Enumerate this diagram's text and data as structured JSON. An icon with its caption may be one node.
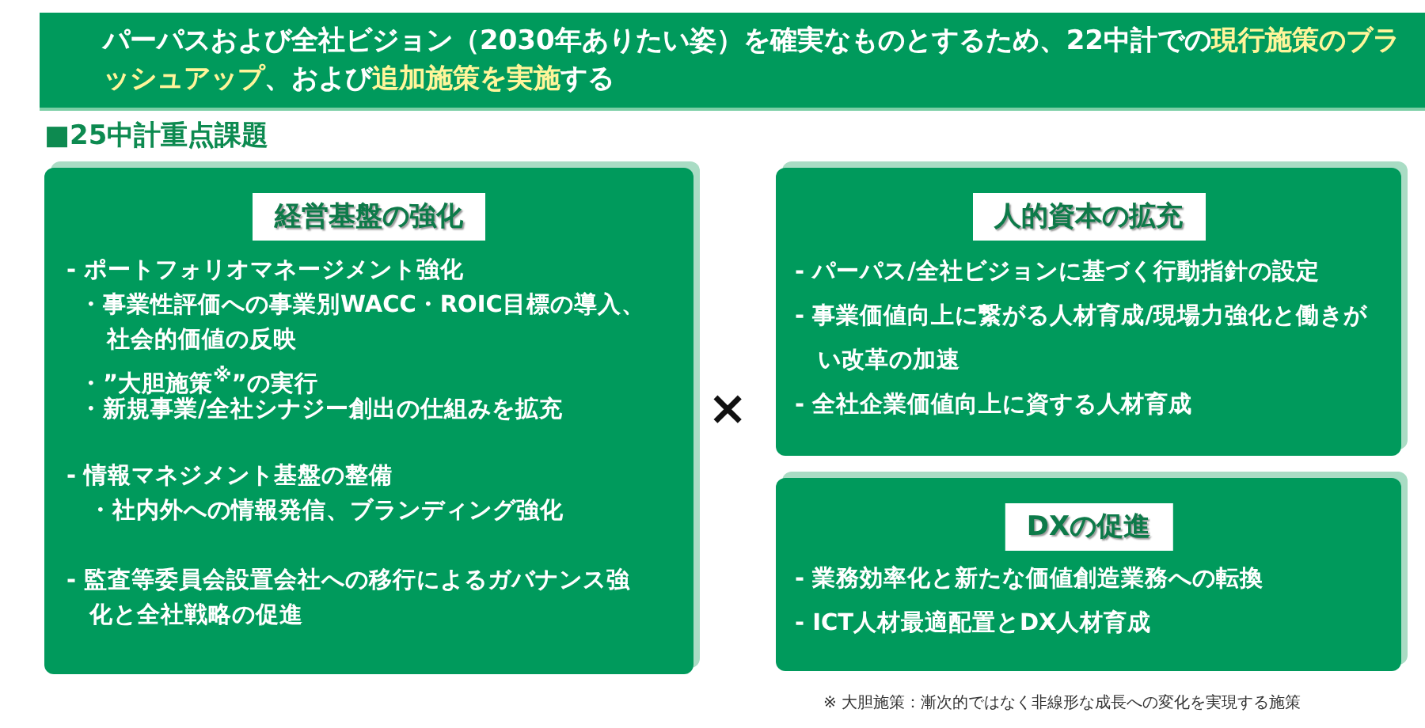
{
  "diagram": {
    "nodes": [
      {
        "text": [
          "パーパスおよび全社ビジョン（2030年ありたい姿）を確実なものとするため、22中計での**現行施策のブラッシュアップ**、および**追加施策を実施**する"
        ]
      },
      {
        "text": [
          "- ポートフォリオマネージメント強化",
          "・事業性評価への事業別WACC・ROIC目標の導入、社会的価値の反映",
          "・”大胆施策$^{※}$”の実行",
          "・新規事業/全社シナジー創出の仕組みを拡充",
          "- 情報マネジメント基盤の整備",
          "・社内外への情報発信、ブランディング強化",
          "- 監査等委員会設置会社への移行によるガバナンス強化と全社戦略の促進"
        ]
      },
      {
        "text": [
          "経営基盤の強化"
        ],
        "in": 1
      },
      {
        "text": [
          "- パーパス/全社ビジョンに基づく行動指針の設定",
          "- 事業価値向上に繋がる人材育成/現場力強化と働きがい改革の加速",
          "- 全社企業価値向上に資する人材育成"
        ]
      },
      {
        "text": [
          "人的資本の拡充"
        ],
        "in": 3
      },
      {
        "text": [
          "- 業務効率化と新たな価値創造業務への転換",
          "- ICT人材最適配置とDX人材育成"
        ]
      },
      {
        "text": [
          "DXの促進"
        ],
        "in": 5
      }
    ],
    "labels": [
      "■25中計重点課題",
      "×",
      "※ 大胆施策：漸次的ではなく非線形な成長への変化を実現する施策"
    ]
  }
}
